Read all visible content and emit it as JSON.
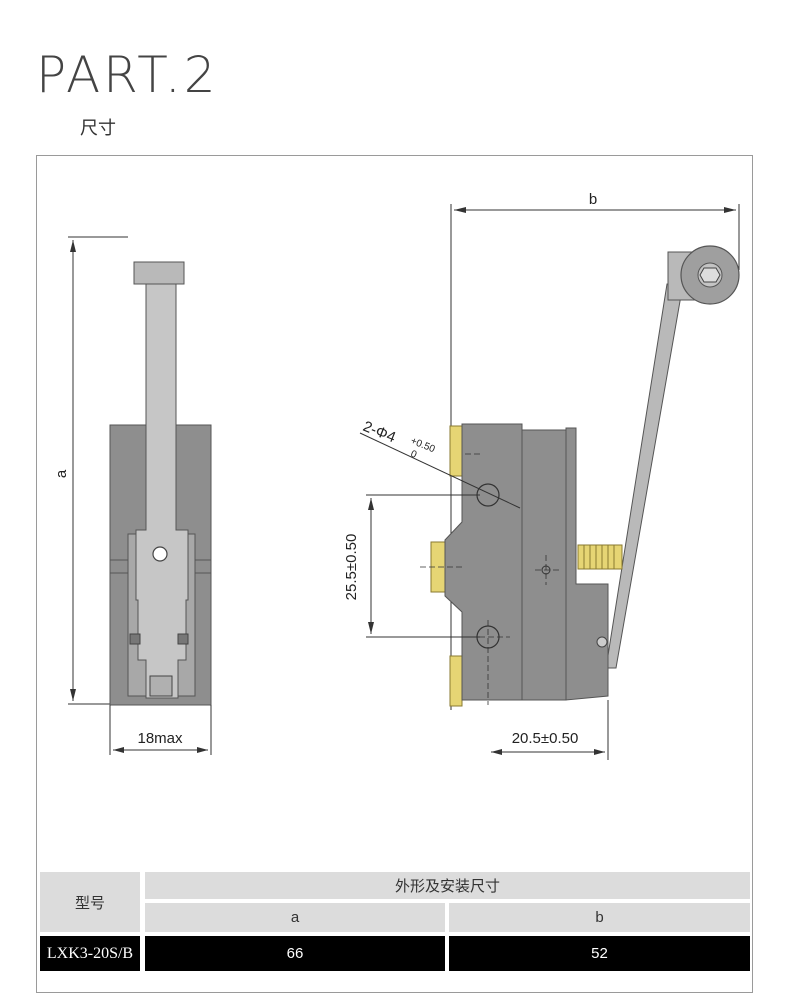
{
  "header": {
    "title": "PART.2",
    "subtitle": "尺寸"
  },
  "drawing": {
    "dim_a": "a",
    "dim_b": "b",
    "dim_width": "18max",
    "dim_hole": "2-Φ4",
    "tol_upper": "+0.50",
    "tol_lower": "0",
    "dim_spacing": "25.5±0.50",
    "dim_offset": "20.5±0.50"
  },
  "table": {
    "col_model": "型号",
    "col_dims": "外形及安装尺寸",
    "col_a": "a",
    "col_b": "b",
    "rows": [
      {
        "model": "LXK3-20S/B",
        "a": "66",
        "b": "52"
      }
    ]
  },
  "colors": {
    "body": "#8e8e8e",
    "lever": "#b9b9b9",
    "terminal": "#e6d574",
    "row_dark": "#000000",
    "header_grey": "#dcdcdc"
  }
}
